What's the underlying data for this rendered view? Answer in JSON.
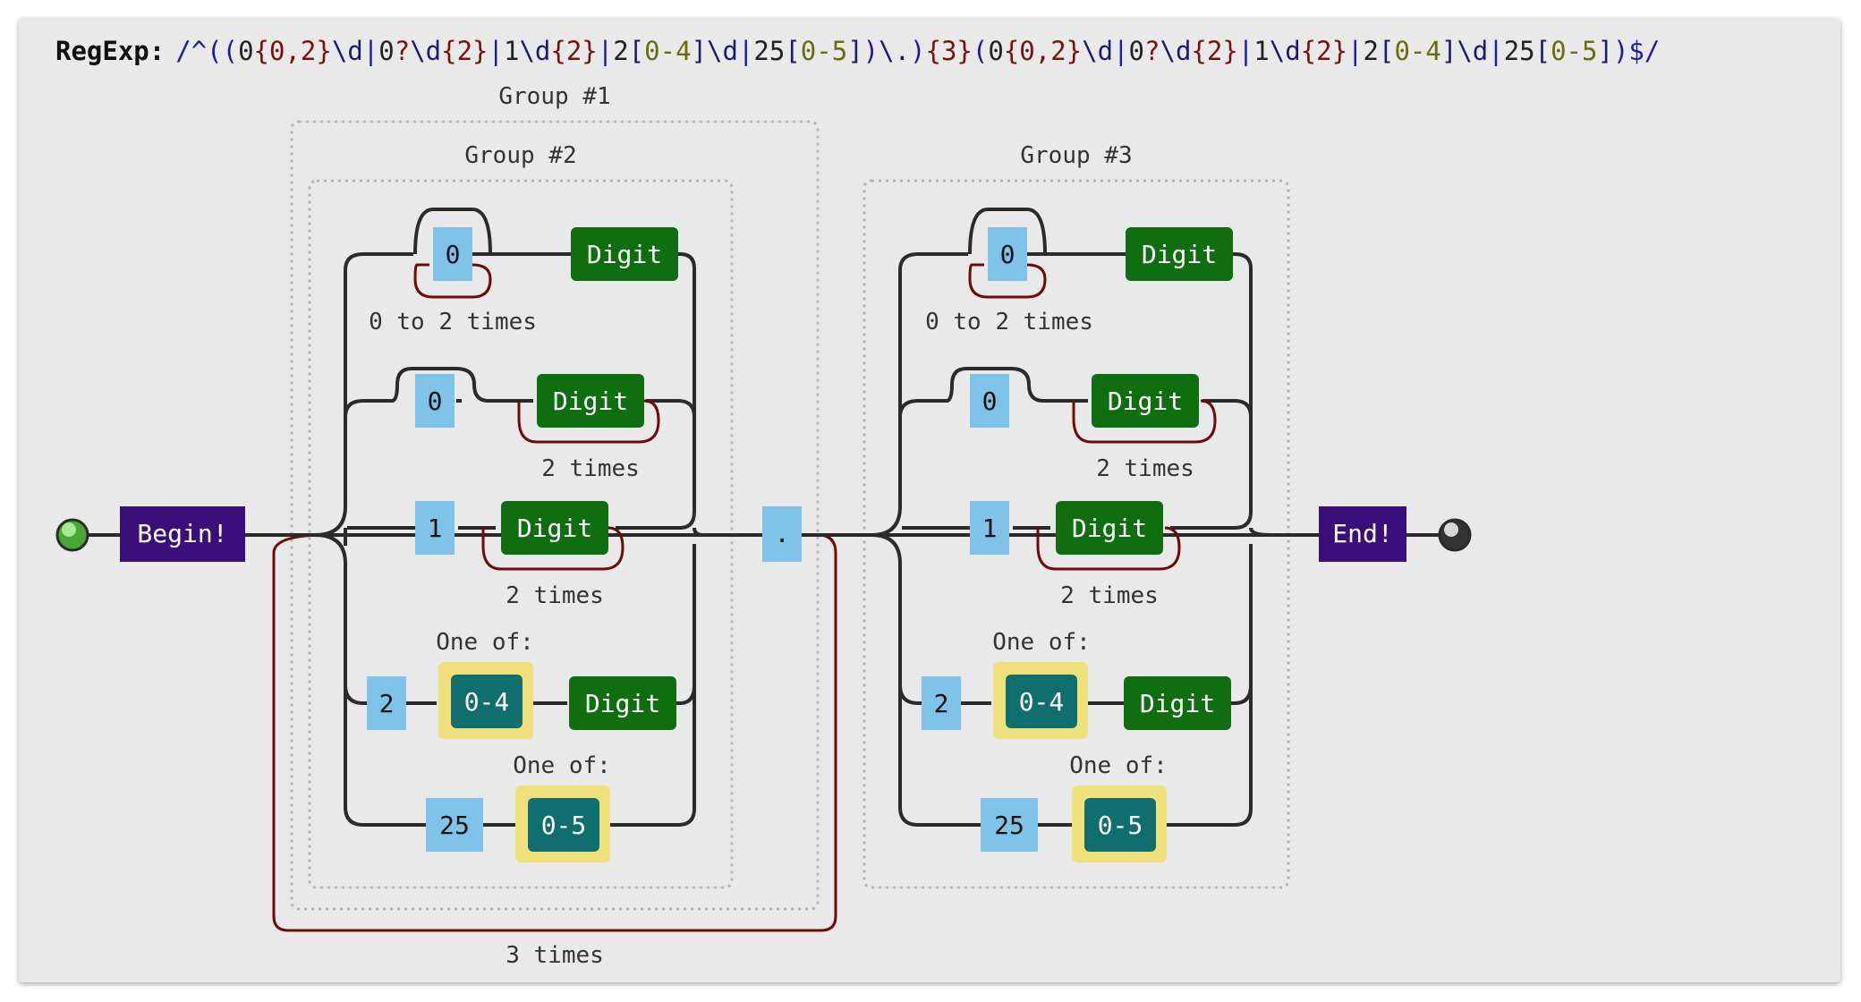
{
  "regexp": {
    "label": "RegExp:",
    "tokens": [
      {
        "t": "/",
        "c": "#1a1aa6"
      },
      {
        "t": "^",
        "c": "#1a1aa6"
      },
      {
        "t": "((",
        "c": "#1a1aa6"
      },
      {
        "t": "0",
        "c": "#222222"
      },
      {
        "t": "{0,2}",
        "c": "#7a1010"
      },
      {
        "t": "\\d",
        "c": "#1a1a70"
      },
      {
        "t": "|",
        "c": "#1a1aa6"
      },
      {
        "t": "0",
        "c": "#222222"
      },
      {
        "t": "?",
        "c": "#7a1010"
      },
      {
        "t": "\\d",
        "c": "#1a1a70"
      },
      {
        "t": "{2}",
        "c": "#7a1010"
      },
      {
        "t": "|",
        "c": "#1a1aa6"
      },
      {
        "t": "1",
        "c": "#222222"
      },
      {
        "t": "\\d",
        "c": "#1a1a70"
      },
      {
        "t": "{2}",
        "c": "#7a1010"
      },
      {
        "t": "|",
        "c": "#1a1aa6"
      },
      {
        "t": "2",
        "c": "#222222"
      },
      {
        "t": "[",
        "c": "#1a1a70"
      },
      {
        "t": "0-4",
        "c": "#6b6b10"
      },
      {
        "t": "]",
        "c": "#1a1a70"
      },
      {
        "t": "\\d",
        "c": "#1a1a70"
      },
      {
        "t": "|",
        "c": "#1a1aa6"
      },
      {
        "t": "25",
        "c": "#222222"
      },
      {
        "t": "[",
        "c": "#1a1a70"
      },
      {
        "t": "0-5",
        "c": "#6b6b10"
      },
      {
        "t": "]",
        "c": "#1a1a70"
      },
      {
        "t": ")",
        "c": "#1a1aa6"
      },
      {
        "t": "\\.",
        "c": "#1a1a70"
      },
      {
        "t": ")",
        "c": "#1a1aa6"
      },
      {
        "t": "{3}",
        "c": "#7a1010"
      },
      {
        "t": "(",
        "c": "#1a1aa6"
      },
      {
        "t": "0",
        "c": "#222222"
      },
      {
        "t": "{0,2}",
        "c": "#7a1010"
      },
      {
        "t": "\\d",
        "c": "#1a1a70"
      },
      {
        "t": "|",
        "c": "#1a1aa6"
      },
      {
        "t": "0",
        "c": "#222222"
      },
      {
        "t": "?",
        "c": "#7a1010"
      },
      {
        "t": "\\d",
        "c": "#1a1a70"
      },
      {
        "t": "{2}",
        "c": "#7a1010"
      },
      {
        "t": "|",
        "c": "#1a1aa6"
      },
      {
        "t": "1",
        "c": "#222222"
      },
      {
        "t": "\\d",
        "c": "#1a1a70"
      },
      {
        "t": "{2}",
        "c": "#7a1010"
      },
      {
        "t": "|",
        "c": "#1a1aa6"
      },
      {
        "t": "2",
        "c": "#222222"
      },
      {
        "t": "[",
        "c": "#1a1a70"
      },
      {
        "t": "0-4",
        "c": "#6b6b10"
      },
      {
        "t": "]",
        "c": "#1a1a70"
      },
      {
        "t": "\\d",
        "c": "#1a1a70"
      },
      {
        "t": "|",
        "c": "#1a1aa6"
      },
      {
        "t": "25",
        "c": "#222222"
      },
      {
        "t": "[",
        "c": "#1a1a70"
      },
      {
        "t": "0-5",
        "c": "#6b6b10"
      },
      {
        "t": "]",
        "c": "#1a1a70"
      },
      {
        "t": ")",
        "c": "#1a1aa6"
      },
      {
        "t": "$",
        "c": "#1a1aa6"
      },
      {
        "t": "/",
        "c": "#1a1aa6"
      }
    ]
  },
  "groups": {
    "g1": "Group #1",
    "g2": "Group #2",
    "g3": "Group #3"
  },
  "nodes": {
    "begin": "Begin!",
    "end": "End!",
    "zero": "0",
    "one": "1",
    "two": "2",
    "twentyfive": "25",
    "digit": "Digit",
    "range04": "0-4",
    "range05": "0-5",
    "dot": "."
  },
  "labels": {
    "zero_to_two": "0 to 2 times",
    "two_times": "2 times",
    "one_of": "One of:",
    "three_times": "3 times"
  },
  "colors": {
    "panel_bg": "#e9e9e9",
    "terminal": "#3a0f7a",
    "digit": "#0f6e0f",
    "literal": "#7fc3e8",
    "range_fill": "#116e6e",
    "range_box": "#efe07c",
    "repeat_loop": "#6e0a0a",
    "wire": "#2b2b2b",
    "group_border": "#b5b5b5",
    "start": "#44a832",
    "stop": "#333333"
  }
}
